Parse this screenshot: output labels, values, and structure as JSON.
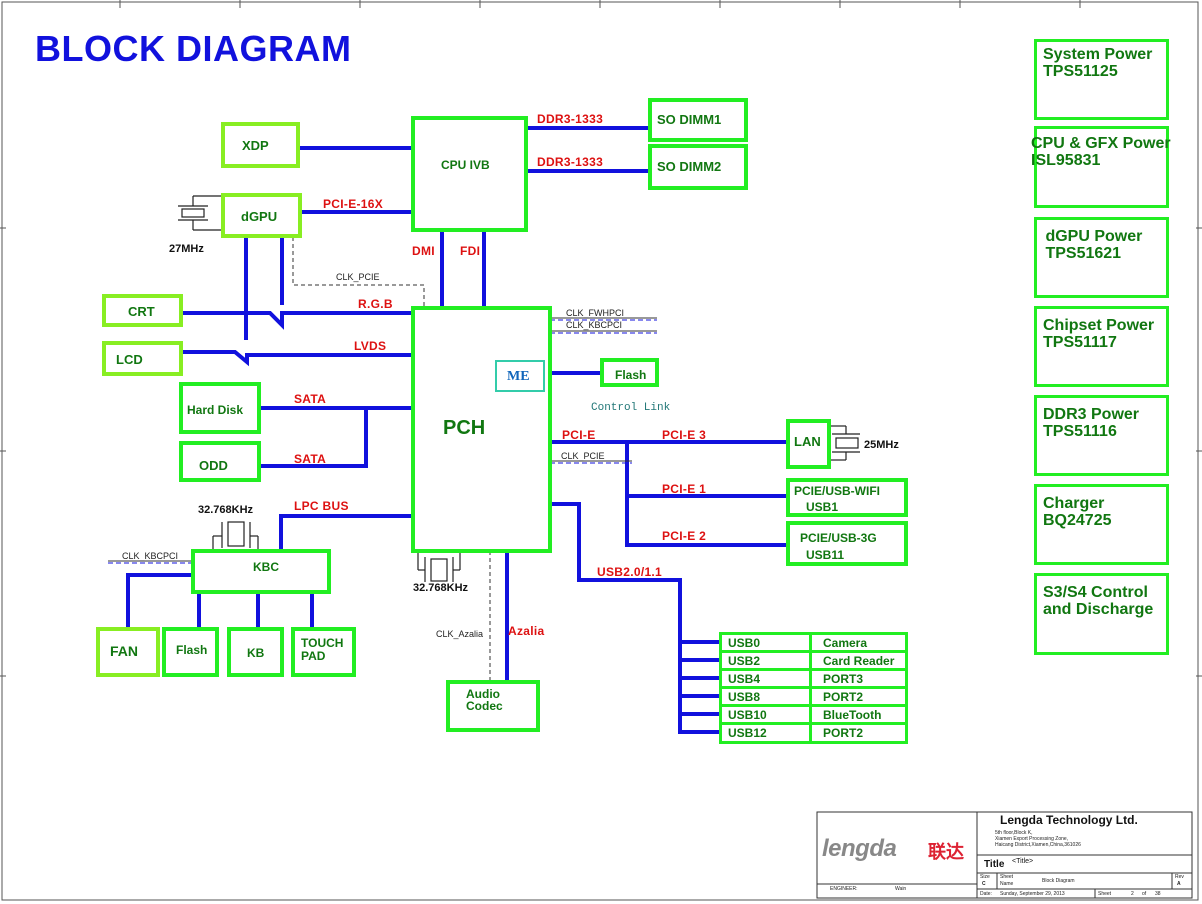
{
  "title": "BLOCK DIAGRAM",
  "blocks": {
    "xdp": "XDP",
    "cpu": "CPU IVB",
    "dimm1": "SO DIMM1",
    "dimm2": "SO DIMM2",
    "dgpu": "dGPU",
    "crt": "CRT",
    "lcd": "LCD",
    "hdd": "Hard Disk",
    "odd": "ODD",
    "pch": "PCH",
    "me": "ME",
    "flash": "Flash",
    "lan": "LAN",
    "wifi_1": "PCIE/USB-WIFI",
    "wifi_2": "USB1",
    "g3_1": "PCIE/USB-3G",
    "g3_2": "USB11",
    "kbc": "KBC",
    "fan": "FAN",
    "kbc_flash": "Flash",
    "kb": "KB",
    "touch_1": "TOUCH",
    "touch_2": "PAD",
    "audio_1": "Audio",
    "audio_2": "Codec"
  },
  "signals": {
    "ddr_top": "DDR3-1333",
    "ddr_bottom": "DDR3-1333",
    "pcie16": "PCI-E-16X",
    "dmi": "DMI",
    "fdi": "FDI",
    "rgb": "R.G.B",
    "lvds": "LVDS",
    "sata_hdd": "SATA",
    "sata_odd": "SATA",
    "lpc": "LPC BUS",
    "pcie": "PCI-E",
    "pcie3": "PCI-E 3",
    "pcie1": "PCI-E 1",
    "pcie2": "PCI-E 2",
    "usb": "USB2.0/1.1",
    "azalia": "Azalia",
    "clk_pcie_top": "CLK_PCIE",
    "clk_fwhpci": "CLK_FWHPCI",
    "clk_kbcpci": "CLK_KBCPCI",
    "control_link": "Control Link",
    "clk_pcie_right": "CLK_PCIE",
    "clk_kbcpci_left": "CLK_KBCPCI",
    "clk_azalia": "CLK_Azalia"
  },
  "crystals": {
    "dgpu": "27MHz",
    "lan": "25MHz",
    "kbc": "32.768KHz",
    "pch": "32.768KHz"
  },
  "usb_ports": [
    {
      "port": "USB0",
      "device": "Camera"
    },
    {
      "port": "USB2",
      "device": "Card Reader"
    },
    {
      "port": "USB4",
      "device": "PORT3"
    },
    {
      "port": "USB8",
      "device": "PORT2"
    },
    {
      "port": "USB10",
      "device": "BlueTooth"
    },
    {
      "port": "USB12",
      "device": "PORT2"
    }
  ],
  "power_blocks": [
    "System Power\nTPS51125",
    "CPU & GFX Power\nISL95831",
    " dGPU Power\n TPS51621",
    "Chipset Power\nTPS51117",
    "DDR3 Power\nTPS51116",
    "Charger\nBQ24725",
    "S3/S4 Control\nand Discharge"
  ],
  "title_block": {
    "company": "Lengda Technology Ltd.",
    "logo_latin": "lengda",
    "logo_cn": "联达",
    "address_1": "5th floor,Block K,",
    "address_2": "Xiamen Export Processing Zone,",
    "address_3": "Haicang District,Xiamen,China,361026",
    "title_label": "Title",
    "title_value": "<Title>",
    "size_label": "Size",
    "size_value": "C",
    "sheet_label": "Sheet",
    "name_label": "Name",
    "sheet_name": "Block Diagram",
    "rev_label": "Rev",
    "rev_value": "A",
    "date_label": "Date:",
    "date_value": "Sunday, September 29, 2013",
    "sheet_of_label": "Sheet",
    "sheet_num": "2",
    "of_label": "of",
    "sheet_total": "38",
    "engineer_label": "ENGINEER:",
    "engineer_value": "Wain"
  },
  "colors": {
    "wire": "#1111dd",
    "block_border": "#22ee22",
    "block_border_alt": "#88ee22",
    "label_red": "#dd1111",
    "text_green": "#117711",
    "title_blue": "#1111dd"
  }
}
